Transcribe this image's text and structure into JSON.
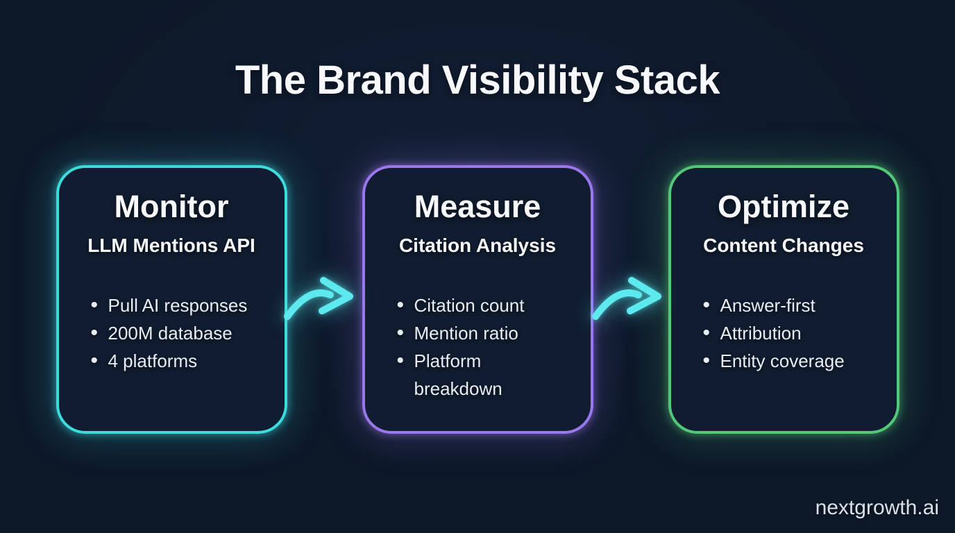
{
  "title": "The Brand Visibility Stack",
  "watermark": "nextgrowth.ai",
  "colors": {
    "background": "#0d1829",
    "card_background": "#101c2f",
    "text_primary": "#f7f9fc",
    "text_list": "#e8edf4",
    "arrow": "#5ee9ee",
    "arrow_glow": "rgba(86,231,236,0.6)"
  },
  "cards": [
    {
      "heading": "Monitor",
      "subtitle": "LLM Mentions API",
      "accent": "#3cdcdc",
      "glow_strong": "rgba(60,220,220,0.55)",
      "glow_soft": "rgba(60,220,220,0.20)",
      "bullets": [
        "Pull AI responses",
        "200M database",
        "4 platforms"
      ]
    },
    {
      "heading": "Measure",
      "subtitle": "Citation Analysis",
      "accent": "#9b77ec",
      "glow_strong": "rgba(155,119,236,0.55)",
      "glow_soft": "rgba(155,119,236,0.20)",
      "bullets": [
        "Citation count",
        "Mention ratio",
        "Platform breakdown"
      ]
    },
    {
      "heading": "Optimize",
      "subtitle": "Content Changes",
      "accent": "#53c878",
      "glow_strong": "rgba(83,200,120,0.55)",
      "glow_soft": "rgba(83,200,120,0.20)",
      "bullets": [
        "Answer-first",
        "Attribution",
        "Entity coverage"
      ]
    }
  ]
}
